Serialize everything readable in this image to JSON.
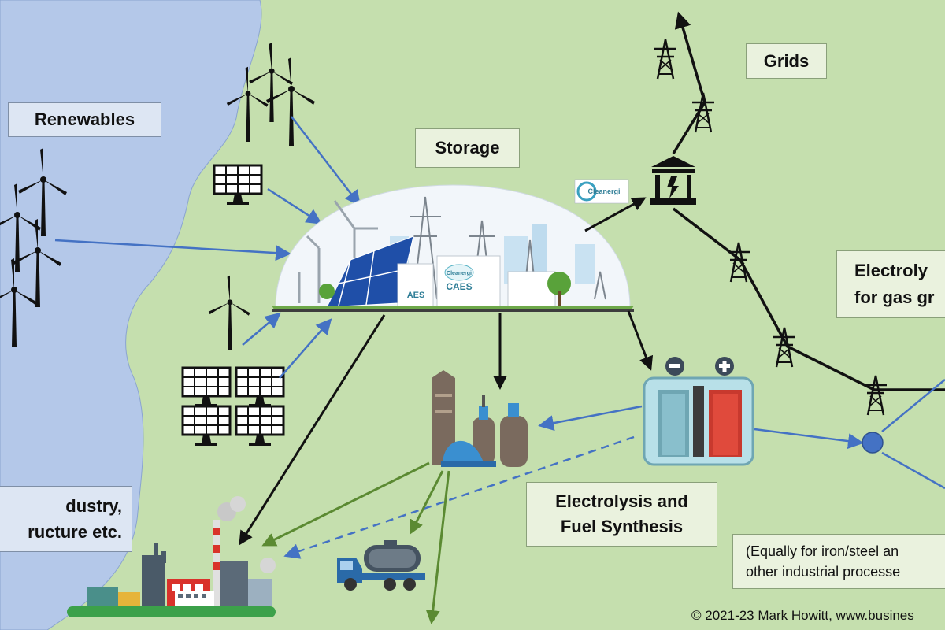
{
  "labels": {
    "renewables": "Renewables",
    "storage": "Storage",
    "grids": "Grids",
    "electrolysis_gas_line1": "Electroly",
    "electrolysis_gas_line2": "for gas gr",
    "electrolysis_fuel_line1": "Electrolysis and",
    "electrolysis_fuel_line2": "Fuel Synthesis",
    "industry_line1": "dustry,",
    "industry_line2": "ructure etc.",
    "equally_line1": "(Equally for iron/steel an",
    "equally_line2": "other industrial processe"
  },
  "logos": {
    "cleanergi_badge": "Cleanergi",
    "caes_logo": "Cleanergi",
    "caes_text": "CAES",
    "caes_text_partial": "AES"
  },
  "copyright": "© 2021-23 Mark Howitt, www.busines",
  "colors": {
    "land": "#c5dfae",
    "sea": "#b4c8e9",
    "blue_arrow": "#4472c4",
    "green_arrow": "#5b8a32",
    "black_arrow": "#111111",
    "label_box": "#eaf2de"
  }
}
